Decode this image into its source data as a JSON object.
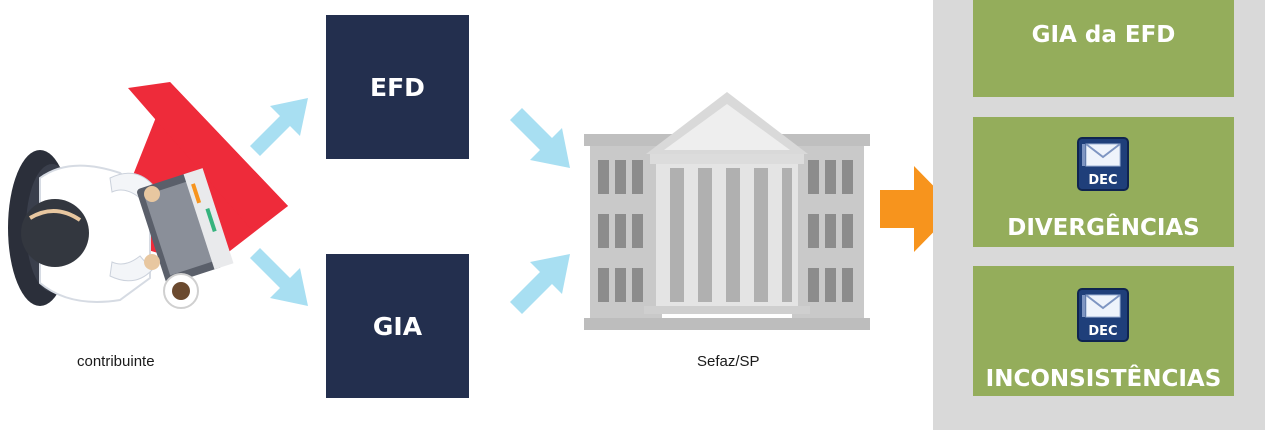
{
  "colors": {
    "navy": "#232f4e",
    "arrow_blue": "#a8dff2",
    "arrow_orange": "#f7941d",
    "panel_gray": "#d9d9d9",
    "card_green": "#94ad5b",
    "wedge_red": "#ee2b3a",
    "building_gray": "#b3b3b3"
  },
  "taxpayer": {
    "icon": "person-at-laptop-icon",
    "label": "contribuinte"
  },
  "boxes": {
    "efd": "EFD",
    "gia": "GIA"
  },
  "sefaz": {
    "icon": "government-building-icon",
    "label": "Sefaz/SP"
  },
  "outputs": {
    "gia_efd": "GIA da EFD",
    "divergencias": {
      "icon": "dec-mail-icon",
      "icon_text": "DEC",
      "label": "DIVERGÊNCIAS"
    },
    "inconsistencias": {
      "icon": "dec-mail-icon",
      "icon_text": "DEC",
      "label": "INCONSISTÊNCIAS"
    }
  }
}
